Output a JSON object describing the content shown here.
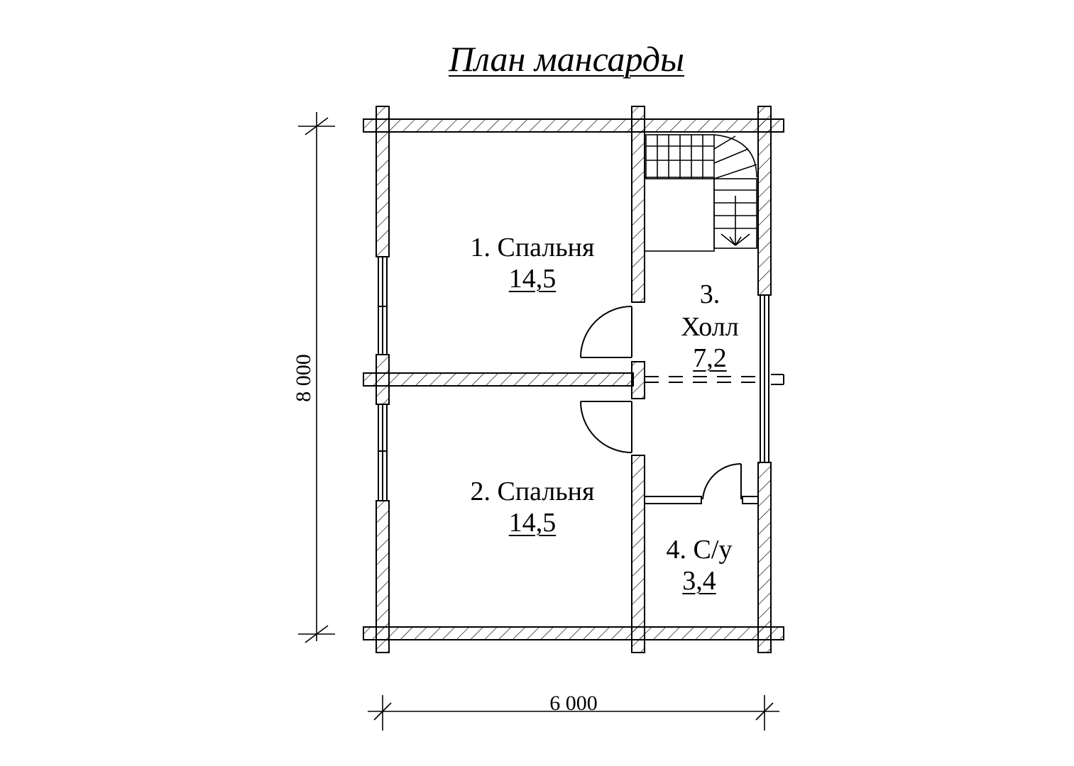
{
  "title": "План мансарды",
  "rooms": [
    {
      "name": "1. Спальня",
      "area": "14,5"
    },
    {
      "name": "2. Спальня",
      "area": "14,5"
    },
    {
      "name_line1": "3.",
      "name_line2": "Холл",
      "area": "7,2"
    },
    {
      "name": "4. С/у",
      "area": "3,4"
    }
  ],
  "dimensions": {
    "width": "6 000",
    "height": "8 000"
  }
}
